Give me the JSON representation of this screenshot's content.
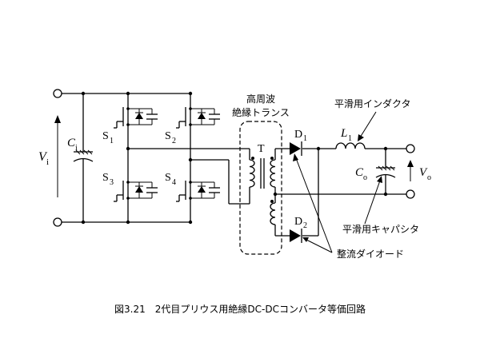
{
  "labels": {
    "vi": "V",
    "vi_sub": "i",
    "ci": "C",
    "ci_sub": "i",
    "s1": "S",
    "s1_sub": "1",
    "s2": "S",
    "s2_sub": "2",
    "s3": "S",
    "s3_sub": "3",
    "s4": "S",
    "s4_sub": "4",
    "t": "T",
    "d1": "D",
    "d1_sub": "1",
    "d2": "D",
    "d2_sub": "2",
    "l1": "L",
    "l1_sub": "1",
    "co": "C",
    "co_sub": "o",
    "vo": "V",
    "vo_sub": "o"
  },
  "annotations": {
    "transformer_line1": "高周波",
    "transformer_line2": "絶縁トランス",
    "inductor": "平滑用インダクタ",
    "capacitor": "平滑用キャパシタ",
    "diodes": "整流ダイオード"
  },
  "caption": "図3.21　2代目プリウス用絶縁DC-DCコンバータ等価回路"
}
